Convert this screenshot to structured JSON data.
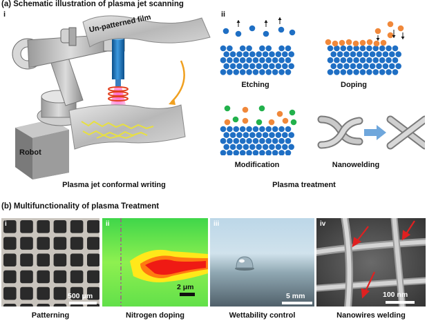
{
  "section_a": {
    "title": "(a) Schematic illustration of plasma jet scanning",
    "part_i": {
      "label": "i",
      "film_label": "Un-patterned film",
      "robot_label": "Robot",
      "caption": "Plasma jet conformal writing"
    },
    "part_ii": {
      "label": "ii",
      "caption": "Plasma treatment",
      "treatments": [
        {
          "name": "Etching"
        },
        {
          "name": "Doping"
        },
        {
          "name": "Modification"
        },
        {
          "name": "Nanowelding"
        }
      ]
    }
  },
  "section_b": {
    "title": "(b) Multifunctionality of plasma Treatment",
    "panels": [
      {
        "label": "i",
        "scale": "500 μm",
        "caption": "Patterning"
      },
      {
        "label": "ii",
        "scale": "2 μm",
        "caption": "Nitrogen doping"
      },
      {
        "label": "iii",
        "scale": "5 mm",
        "caption": "Wettability control"
      },
      {
        "label": "iv",
        "scale": "100 nm",
        "caption": "Nanowires welding"
      }
    ]
  },
  "colors": {
    "blue_particle": "#1f6fc4",
    "orange_particle": "#f0883a",
    "green_particle": "#22b14c",
    "arrow_orange": "#f0a020",
    "weld_arrow": "#e02020"
  }
}
